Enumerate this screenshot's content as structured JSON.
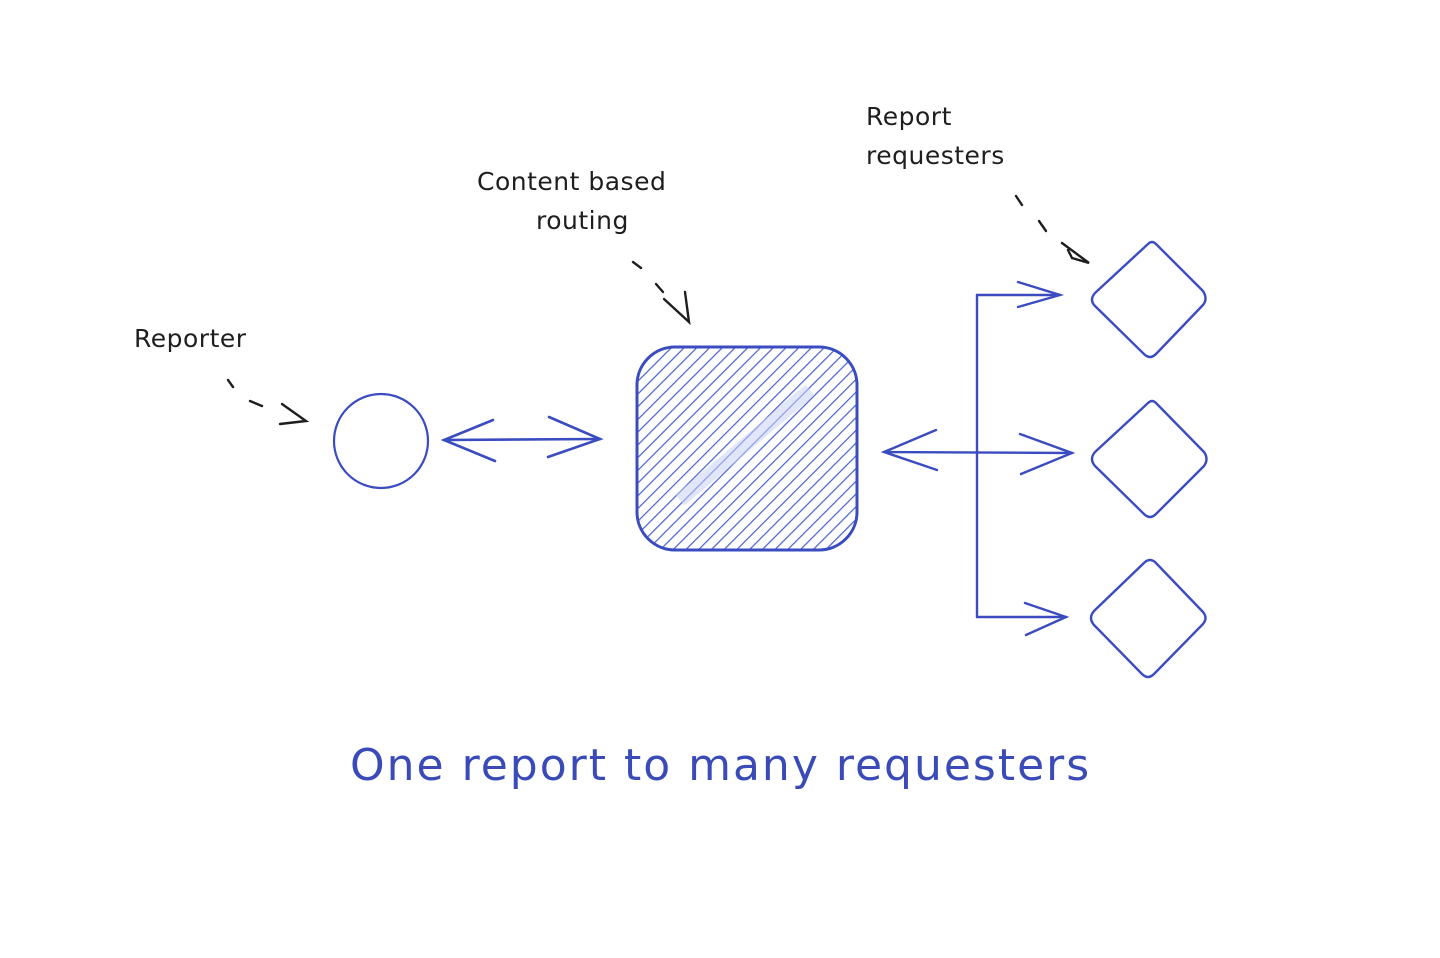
{
  "diagram": {
    "title": "One report to many requesters",
    "colors": {
      "shape_stroke": "#3b4cc0",
      "annotation": "#1e1e1e",
      "background": "#ffffff",
      "hatch": "#4a5fd0"
    },
    "nodes": [
      {
        "id": "reporter",
        "shape": "circle",
        "label": "Reporter"
      },
      {
        "id": "router",
        "shape": "rounded-rectangle-hatched",
        "label": "Content based routing"
      },
      {
        "id": "requester-1",
        "shape": "diamond",
        "label": "Report requesters"
      },
      {
        "id": "requester-2",
        "shape": "diamond",
        "label": ""
      },
      {
        "id": "requester-3",
        "shape": "diamond",
        "label": ""
      }
    ],
    "edges": [
      {
        "from": "reporter",
        "to": "router",
        "direction": "bidirectional"
      },
      {
        "from": "router",
        "to": "requester-1",
        "direction": "bidirectional"
      },
      {
        "from": "router",
        "to": "requester-2",
        "direction": "bidirectional"
      },
      {
        "from": "router",
        "to": "requester-3",
        "direction": "bidirectional"
      }
    ],
    "annotations": {
      "reporter": "Reporter",
      "routing_line1": "Content based",
      "routing_line2": "routing",
      "requesters_line1": "Report",
      "requesters_line2": "requesters"
    }
  }
}
